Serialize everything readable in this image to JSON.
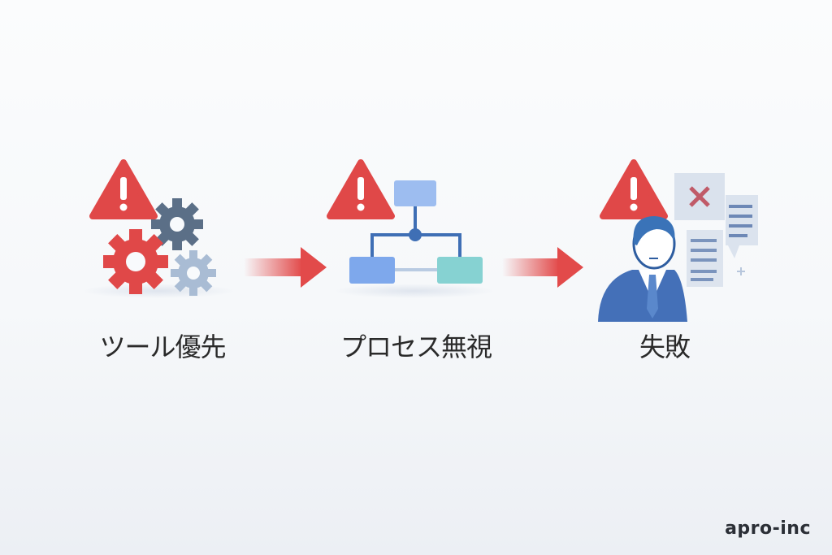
{
  "steps": [
    {
      "label": "ツール優先",
      "icon": "gears-icon"
    },
    {
      "label": "プロセス無視",
      "icon": "flowchart-icon"
    },
    {
      "label": "失敗",
      "icon": "failed-person-icon"
    }
  ],
  "logo": "apro-inc",
  "colors": {
    "warning": "#e04848",
    "arrow": "#e24a4a",
    "gear_dark": "#5b6f87",
    "gear_light": "#a9bcd4",
    "blue": "#3f6fb5"
  }
}
